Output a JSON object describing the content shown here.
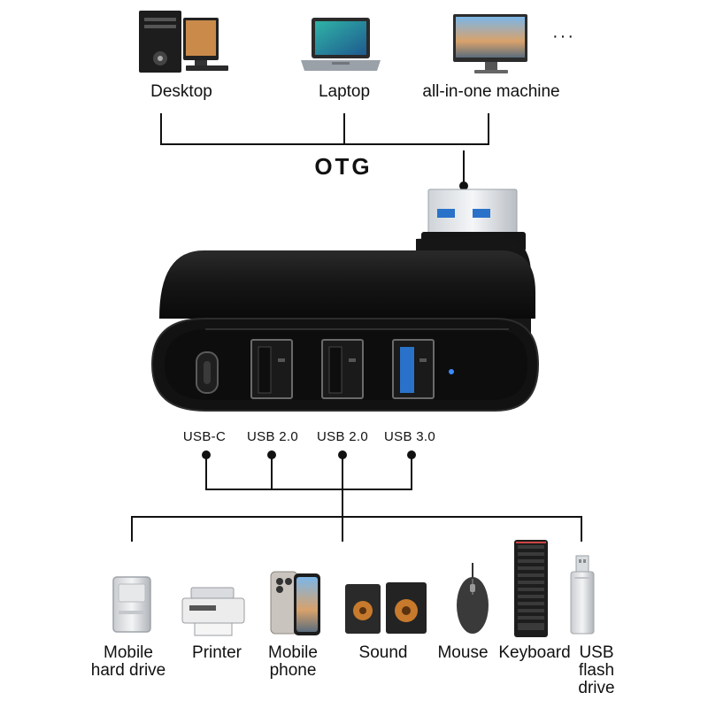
{
  "hosts": {
    "title": "OTG",
    "items": [
      {
        "label": "Desktop",
        "icon": "desktop-computer-icon"
      },
      {
        "label": "Laptop",
        "icon": "laptop-icon"
      },
      {
        "label": "all-in-one machine",
        "icon": "all-in-one-pc-icon"
      }
    ],
    "more": "···"
  },
  "hub": {
    "connector_icon": "usb-a-plug-icon",
    "ports": [
      {
        "label": "USB-C"
      },
      {
        "label": "USB 2.0"
      },
      {
        "label": "USB 2.0"
      },
      {
        "label": "USB 3.0"
      }
    ],
    "port_accent": "#2a72c9",
    "led_color": "#3b8bff",
    "body_color": "#141414"
  },
  "devices": [
    {
      "label": "Mobile hard drive",
      "icon": "hard-drive-icon"
    },
    {
      "label": "Printer",
      "icon": "printer-icon"
    },
    {
      "label": "Mobile phone",
      "icon": "smartphone-icon"
    },
    {
      "label": "Sound",
      "icon": "speakers-icon"
    },
    {
      "label": "Mouse",
      "icon": "mouse-icon"
    },
    {
      "label": "Keyboard",
      "icon": "keyboard-icon"
    },
    {
      "label": "USB flash drive",
      "icon": "usb-flash-drive-icon"
    }
  ]
}
